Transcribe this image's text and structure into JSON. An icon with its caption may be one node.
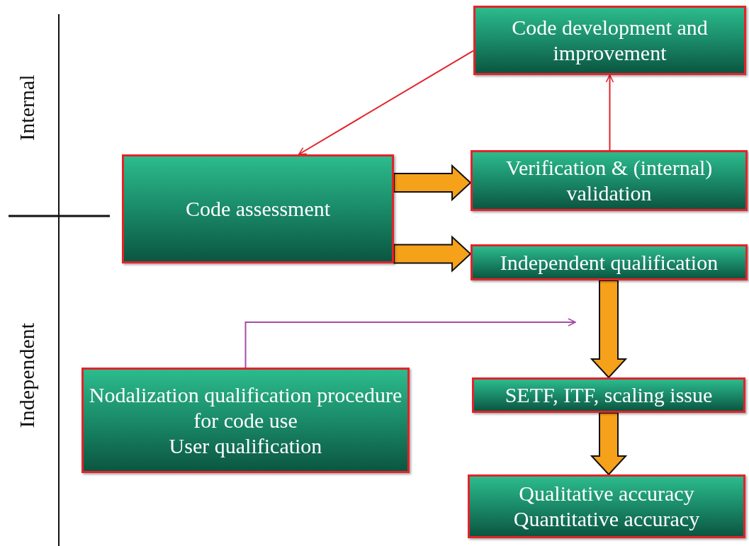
{
  "diagram": {
    "nodes": [
      {
        "text": [
          "Code development and improvement"
        ]
      },
      {
        "text": [
          "Code assessment"
        ]
      },
      {
        "text": [
          "Verification & (internal) validation"
        ]
      },
      {
        "text": [
          "Independent qualification"
        ]
      },
      {
        "text": [
          "Nodalization qualification procedure for code use",
          "User qualification"
        ]
      },
      {
        "text": [
          "SETF, ITF, scaling issue"
        ]
      },
      {
        "text": [
          "Qualitative accuracy",
          "Quantitative accuracy"
        ]
      }
    ],
    "edges": [
      {
        "from": 0,
        "to": 1,
        "arrow": "to",
        "color": "#e3232b"
      },
      {
        "from": 2,
        "to": 0,
        "arrow": "to",
        "color": "#e3232b"
      },
      {
        "from": 1,
        "to": 2,
        "arrow": "to",
        "style": "thick"
      },
      {
        "from": 1,
        "to": 3,
        "arrow": "to",
        "style": "thick"
      },
      {
        "from": 4,
        "to": null,
        "arrow": "to",
        "color": "#a64ca6"
      },
      {
        "from": 3,
        "to": 5,
        "arrow": "to",
        "style": "thick"
      },
      {
        "from": 5,
        "to": 6,
        "arrow": "to",
        "style": "thick"
      }
    ],
    "labels": [
      "Internal",
      "Independent"
    ]
  }
}
